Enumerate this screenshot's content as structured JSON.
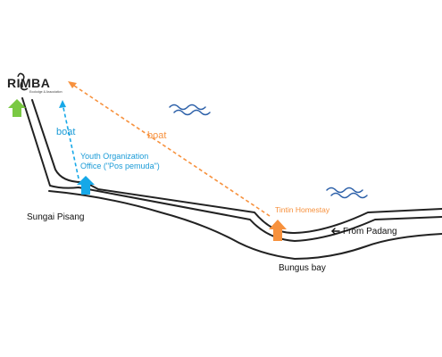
{
  "logo": {
    "name": "RIMBA",
    "tagline": "Ecolodge & Association"
  },
  "places": {
    "sungai_pisang": "Sungai Pisang",
    "bungus_bay": "Bungus bay",
    "from_padang": "From Padang",
    "youth_office_line1": "Youth Organization",
    "youth_office_line2": "Office (\"Pos pemuda\")",
    "tintin_homestay": "Tintin Homestay"
  },
  "routes": {
    "boat_blue": "boat",
    "boat_orange": "boat"
  },
  "colors": {
    "green_arrow": "#7ac943",
    "blue_arrow": "#16a8e8",
    "orange_arrow": "#f7913d",
    "blue_text": "#1a9bd7",
    "orange_text": "#f7913d",
    "wave": "#2b5fa8",
    "road": "#222222",
    "text": "#111111"
  },
  "icons": {
    "arrow_left": "arrow-left-icon",
    "wave": "wave-icon",
    "up_arrow": "up-arrow-icon"
  }
}
